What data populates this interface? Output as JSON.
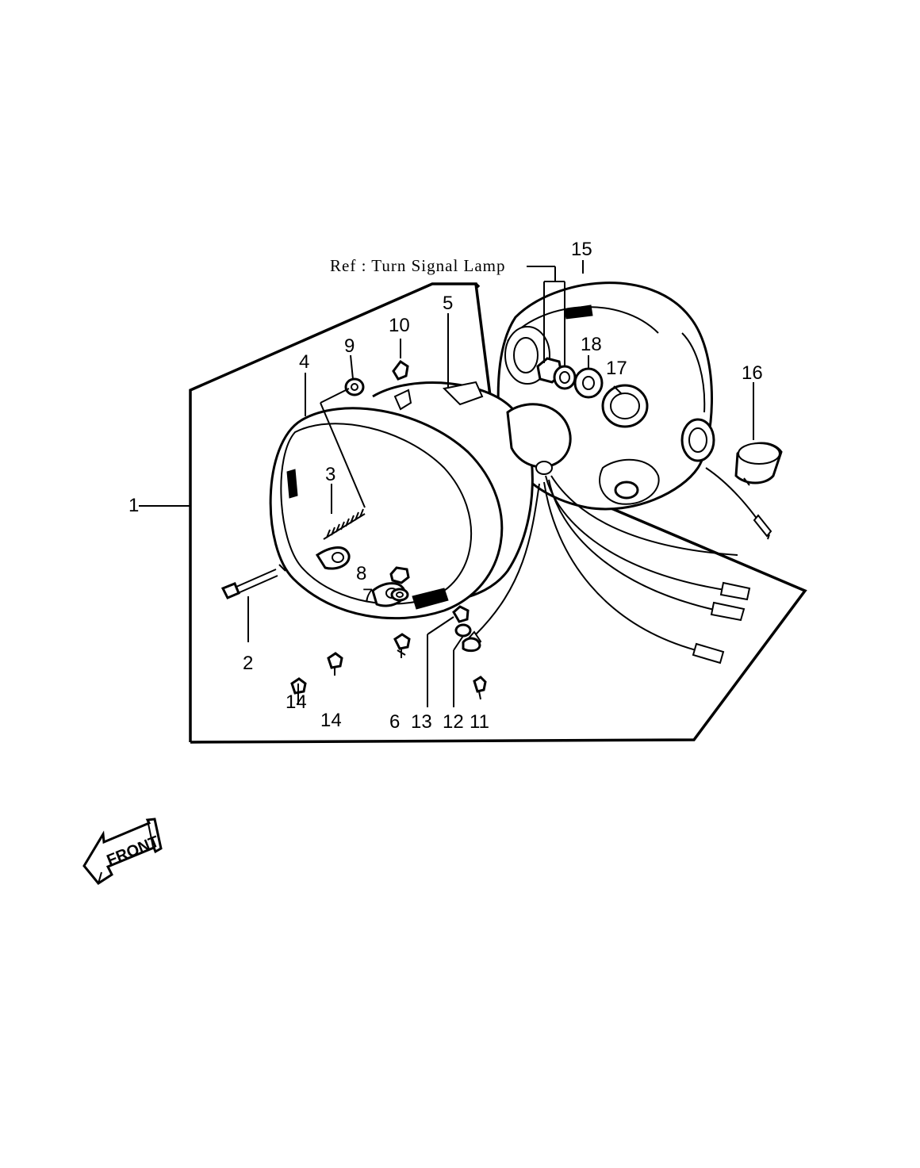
{
  "diagram": {
    "reference_note": "Ref : Turn Signal  Lamp",
    "front_label": "FRONT",
    "callouts": {
      "c1": "1",
      "c2": "2",
      "c3": "3",
      "c4": "4",
      "c5": "5",
      "c6": "6",
      "c7": "7",
      "c8": "8",
      "c9": "9",
      "c10": "10",
      "c11": "11",
      "c12": "12",
      "c13": "13",
      "c14a": "14",
      "c14b": "14",
      "c15": "15",
      "c16": "16",
      "c17": "17",
      "c18": "18"
    }
  }
}
